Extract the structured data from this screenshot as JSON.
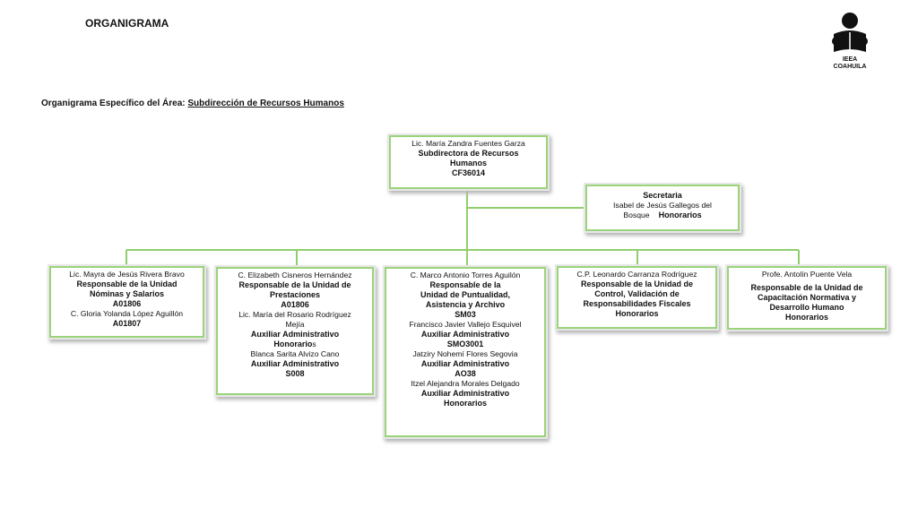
{
  "header": {
    "title": "ORGANIGRAMA",
    "subtitle_prefix": "Organigrama Específico del Área: ",
    "subtitle_area": "Subdirección de Recursos Humanos"
  },
  "logo": {
    "line1": "IEEA",
    "line2": "COAHUILA",
    "icon": "person-reading-book-icon"
  },
  "colors": {
    "connector": "#8fcf6b",
    "box_border": "#9bd37a"
  },
  "org": {
    "head": [
      "Lic. María  Zandra Fuentes Garza",
      "Subdirectora de Recursos",
      "Humanos",
      "CF36014"
    ],
    "secretary": [
      "Secretaria",
      "Isabel de Jesús Gallegos del",
      "Bosque",
      "Honorarios"
    ],
    "units": [
      [
        "Lic. Mayra  de Jesús Rivera Bravo",
        "Responsable de la Unidad",
        "Nóminas y Salarios",
        "A01806",
        "C. Gloria  Yolanda López Aguillón",
        "A01807"
      ],
      [
        "C. Elizabeth Cisneros Hernández",
        "Responsable de la Unidad de",
        "Prestaciones",
        "A01806",
        "Lic. María  del Rosario Rodríguez",
        "Mejía",
        "Auxiliar Administrativo",
        "Honorario",
        "s",
        "Blanca Sarita Alvizo Cano",
        "Auxiliar Administrativo",
        "S008"
      ],
      [
        "C. Marco Antonio Torres Aguilón",
        "Responsable de la",
        "Unidad de Puntualidad,",
        "Asistencia y Archivo",
        "SM03",
        "Francisco Javier Vallejo Esquivel",
        "Auxiliar Administrativo",
        "SMO3001",
        "Jatziry Nohemí Flores Segovia",
        "Auxiliar Administrativo",
        "AO38",
        "Itzel Alejandra Morales Delgado",
        "Auxiliar Administrativo",
        "Honorarios"
      ],
      [
        "C.P. Leonardo Carranza Rodríguez",
        "Responsable de la Unidad de",
        "Control, Validación de",
        "Responsabilidades Fiscales",
        "Honorarios"
      ],
      [
        "Profe. Antolín Puente Vela",
        "Responsable de la Unidad de",
        "Capacitación Normativa y",
        "Desarrollo Humano",
        "Honorarios"
      ]
    ]
  }
}
